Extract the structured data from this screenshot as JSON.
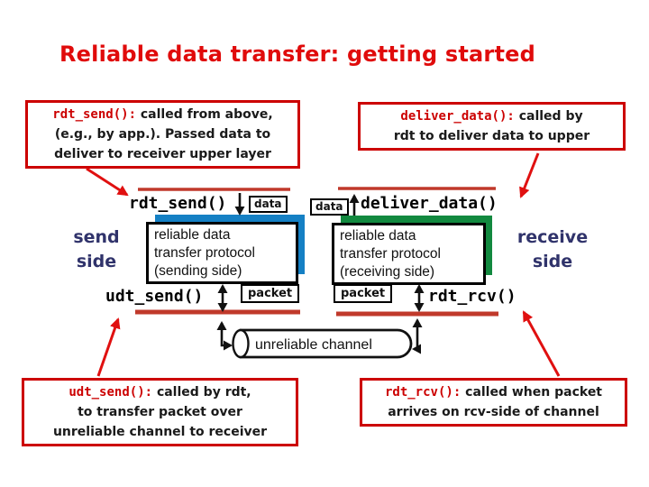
{
  "slide_title": "Reliable data transfer: getting started",
  "colors": {
    "title-red": "#e00b0b",
    "border-red": "#cc0000",
    "code-red": "#cc0000",
    "navy": "#30336b",
    "blue": "#1580c4",
    "green": "#12893f",
    "line-red": "#c0392b",
    "arrow-red": "#e01010",
    "ink": "#1a1a1a"
  },
  "callouts": {
    "rdt_send": {
      "code": "rdt_send():",
      "lines": [
        "called from above,",
        "(e.g., by app.). Passed data to",
        "deliver to receiver upper layer"
      ]
    },
    "deliver_data": {
      "code": "deliver_data():",
      "lines": [
        "called by",
        "rdt to deliver data to upper"
      ]
    },
    "udt_send": {
      "code": "udt_send():",
      "lines": [
        "called by rdt,",
        "to transfer packet over",
        "unreliable channel to receiver"
      ]
    },
    "rdt_rcv": {
      "code": "rdt_rcv():",
      "lines": [
        "called when packet",
        "arrives on rcv-side of channel"
      ]
    }
  },
  "sides": {
    "send": [
      "send",
      "side"
    ],
    "receive": [
      "receive",
      "side"
    ]
  },
  "protocol_boxes": {
    "sending": [
      "reliable data",
      "transfer protocol",
      "(sending side)"
    ],
    "receiving": [
      "reliable data",
      "transfer protocol",
      "(receiving side)"
    ]
  },
  "labels": {
    "rdt_send": "rdt_send()",
    "deliver_data": "deliver_data()",
    "udt_send": "udt_send()",
    "rdt_rcv": "rdt_rcv()",
    "data": "data",
    "packet": "packet",
    "channel": "unreliable channel"
  }
}
